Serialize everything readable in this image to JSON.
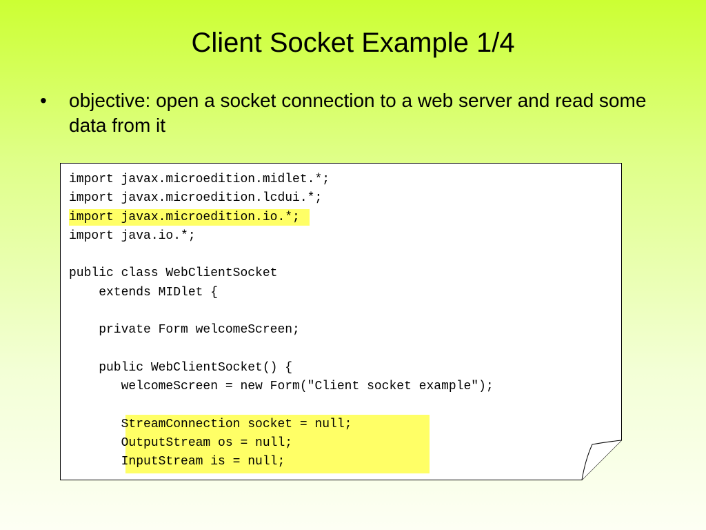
{
  "slide": {
    "title": "Client Socket Example 1/4",
    "bullet_glyph": "•",
    "bullet": "objective: open a socket connection to a web server and read some data from it"
  },
  "code": {
    "lines": [
      "import javax.microedition.midlet.*;",
      "import javax.microedition.lcdui.*;",
      "import javax.microedition.io.*;",
      "import java.io.*;",
      "",
      "public class WebClientSocket",
      "    extends MIDlet {",
      "",
      "    private Form welcomeScreen;",
      "",
      "    public WebClientSocket() {",
      "       welcomeScreen = new Form(\"Client socket example\");",
      "",
      "       StreamConnection socket = null;",
      "       OutputStream os = null;",
      "       InputStream is = null;"
    ],
    "highlight_color": "#ffff66"
  }
}
